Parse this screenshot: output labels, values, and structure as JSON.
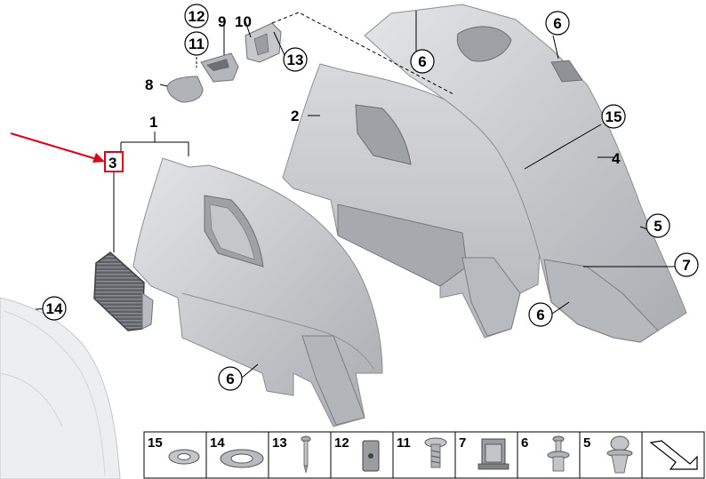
{
  "callouts": {
    "c1": "1",
    "c2": "2",
    "c3": "3",
    "c4": "4",
    "c5": "5",
    "c6a": "6",
    "c6b": "6",
    "c6c": "6",
    "c6d": "6",
    "c7": "7",
    "c8": "8",
    "c9": "9",
    "c10": "10",
    "c11": "11",
    "c12": "12",
    "c13": "13",
    "c14": "14",
    "c15": "15"
  },
  "legend": {
    "items": [
      "15",
      "14",
      "13",
      "12",
      "11",
      "7",
      "6",
      "5"
    ]
  },
  "colors": {
    "highlight": "#d9001b",
    "panel_fill": "#c9cbce",
    "panel_dark": "#9ea1a6",
    "line": "#000000"
  }
}
